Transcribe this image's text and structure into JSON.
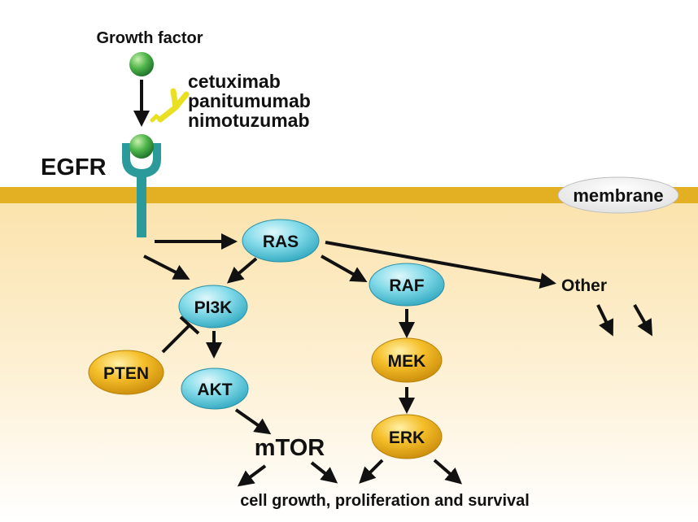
{
  "labels": {
    "growth_factor": "Growth factor",
    "antibodies": [
      "cetuximab",
      "panitumumab",
      "nimotuzumab"
    ],
    "egfr": "EGFR",
    "membrane": "membrane",
    "other": "Other",
    "mtor": "mTOR",
    "outcome": "cell growth, proliferation and survival"
  },
  "nodes": {
    "ras": "RAS",
    "pi3k": "PI3K",
    "raf": "RAF",
    "pten": "PTEN",
    "akt": "AKT",
    "mek": "MEK",
    "erk": "ERK"
  },
  "colors": {
    "membrane_band": "#e2b022",
    "cytoplasm_top": "#fbe6b4",
    "cytoplasm_bottom": "#ffffff",
    "receptor": "#2a9a9a",
    "antibody": "#e6e020",
    "ligand": "#3aa84a",
    "node_blue": "#7ed8e6",
    "node_orange": "#f0b21c",
    "arrow": "#111111"
  }
}
